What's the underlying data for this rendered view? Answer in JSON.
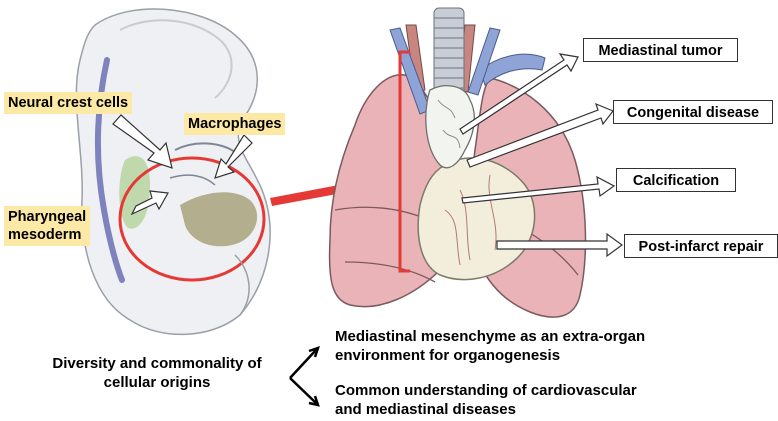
{
  "embryo_labels": {
    "neural_crest": "Neural crest cells",
    "macrophages": "Macrophages",
    "pharyngeal_mesoderm": "Pharyngeal\nmesoderm"
  },
  "disease_labels": {
    "mediastinal_tumor": "Mediastinal tumor",
    "congenital_disease": "Congenital disease",
    "calcification": "Calcification",
    "post_infarct_repair": "Post-infarct repair"
  },
  "summary": {
    "origin_text": "Diversity and commonality of\ncellular origins",
    "outcome_1": "Mediastinal mesenchyme as an extra-organ\nenvironment for organogenesis",
    "outcome_2": "Common understanding of cardiovascular\nand mediastinal diseases"
  },
  "colors": {
    "highlight_red": "#e53935",
    "lung_pink": "#e9b3b7",
    "trachea_grey": "#c9ced6",
    "vessel_blue": "#8ea3d6",
    "heart_cream": "#f3eedc",
    "label_yellow": "#fde9a6",
    "pharyngeal_green": "#b9d6a5"
  }
}
